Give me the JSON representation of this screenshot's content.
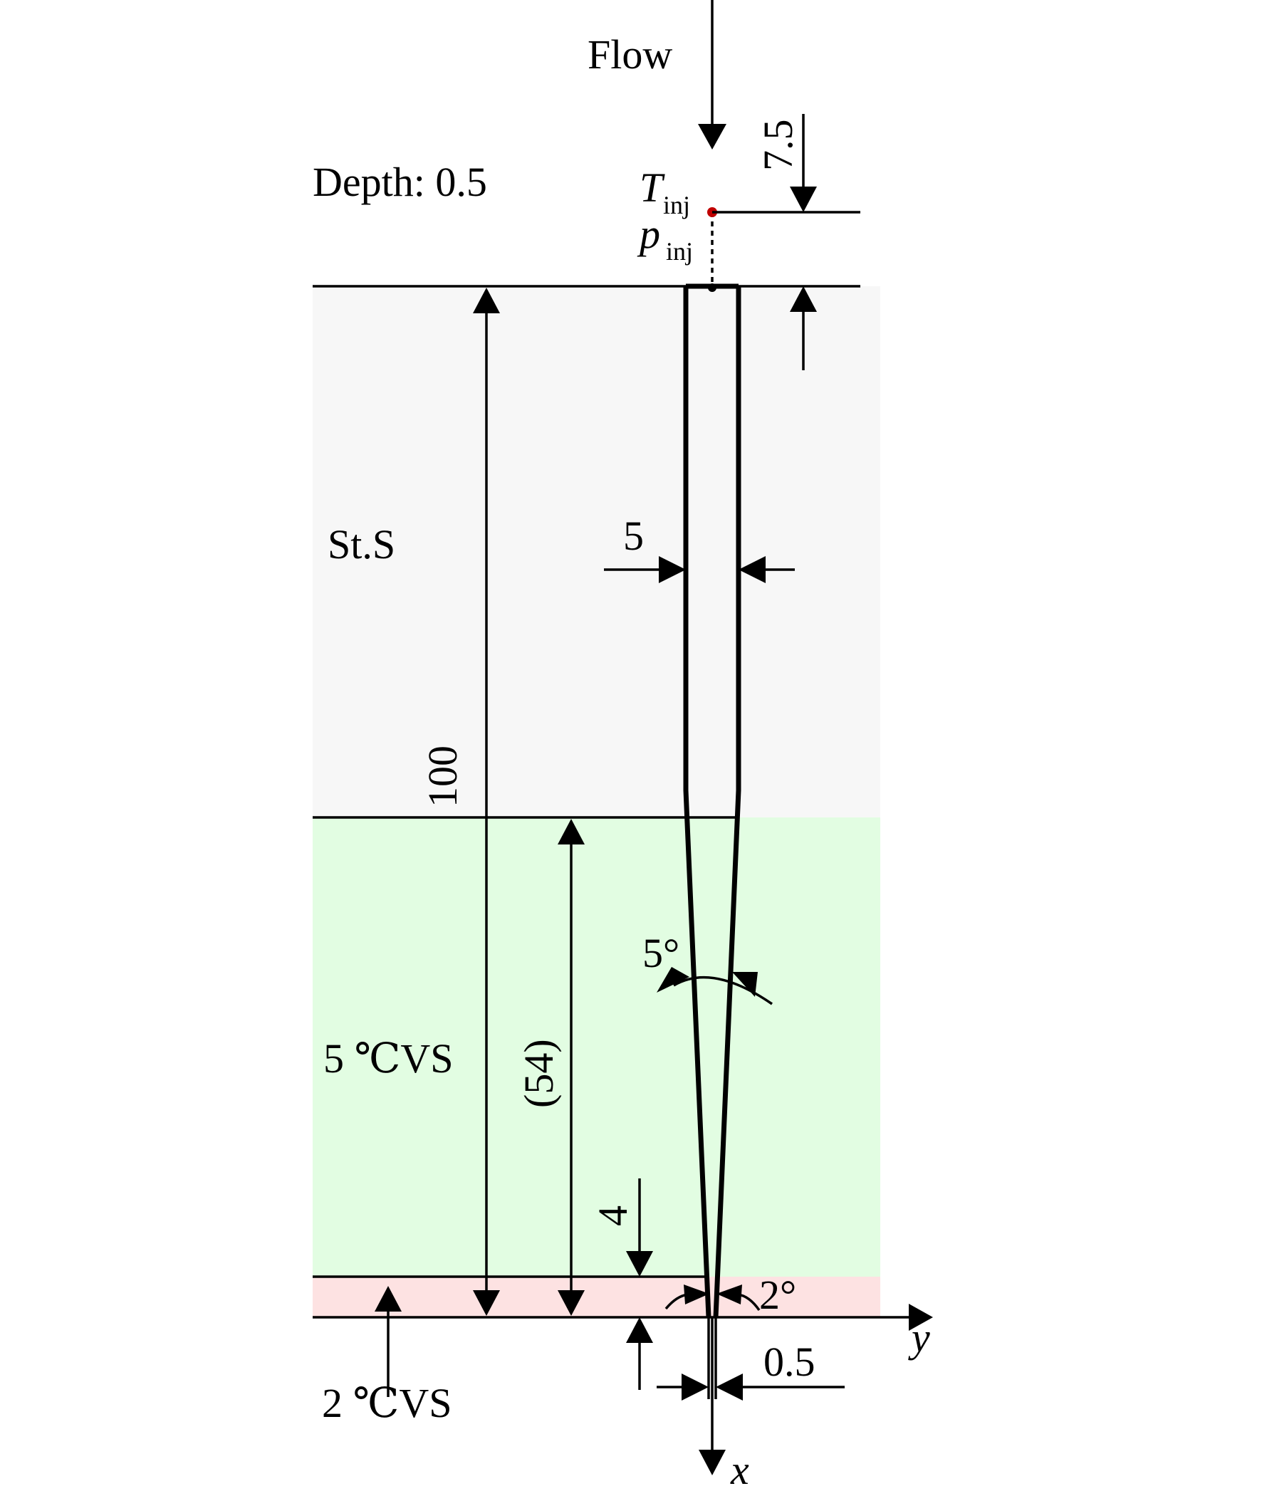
{
  "labels": {
    "flow": "Flow",
    "depth": "Depth: 0.5",
    "region_top": "St.S",
    "region_mid": "5 ℃VS",
    "region_bottom": "2 ℃VS",
    "t_inj_symbol": "T",
    "p_inj_symbol": "p",
    "inj_subscript": "inj",
    "axis_x": "x",
    "axis_y": "y"
  },
  "dimensions": {
    "top_offset": "7.5",
    "width": "5",
    "total_length": "100",
    "mid_length": "(54)",
    "bottom_length": "4",
    "tip_width": "0.5",
    "taper_angle": "5°",
    "tip_angle": "2°"
  },
  "colors": {
    "region_top": "#f7f7f7",
    "region_mid": "#e2fde2",
    "region_bottom": "#fde2e2",
    "probe_point": "#c00000",
    "line": "#000000"
  }
}
